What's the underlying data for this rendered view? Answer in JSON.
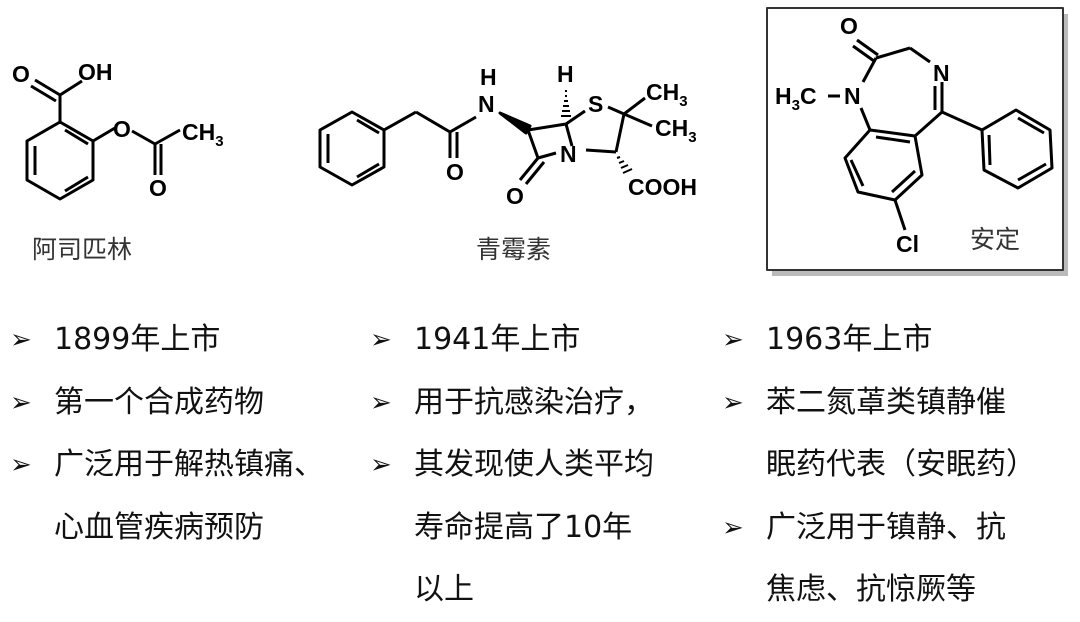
{
  "molecules": [
    {
      "name": "阿司匹林",
      "atoms": {
        "o1": "O",
        "oh": "OH",
        "o_ester": "O",
        "ch3": "CH",
        "ch3_sub": "3",
        "o_carbonyl": "O"
      }
    },
    {
      "name": "青霉素",
      "atoms": {
        "h": "H",
        "n_amide": "N",
        "o_amide": "O",
        "s": "S",
        "ch3a": "CH",
        "ch3b": "CH",
        "sub": "3",
        "n_ring": "N",
        "o_lactam": "O",
        "cooh": "COOH"
      }
    },
    {
      "name": "安定",
      "atoms": {
        "o": "O",
        "n_imine": "N",
        "h3c_h": "H",
        "h3c_sub": "3",
        "h3c_c": "C",
        "n_amide": "N",
        "cl": "Cl"
      }
    }
  ],
  "columns": [
    {
      "items": [
        "1899年上市",
        "第一个合成药物",
        "广泛用于解热镇痛、",
        "心血管疾病预防"
      ],
      "bullets": [
        true,
        true,
        true,
        false
      ]
    },
    {
      "items": [
        "1941年上市",
        "用于抗感染治疗，",
        "其发现使人类平均",
        "寿命提高了10年",
        "以上"
      ],
      "bullets": [
        true,
        true,
        true,
        false,
        false
      ]
    },
    {
      "items": [
        "1963年上市",
        "苯二氮䓬类镇静催",
        "眠药代表（安眠药）",
        "广泛用于镇静、抗",
        "焦虑、抗惊厥等"
      ],
      "bullets": [
        true,
        true,
        false,
        true,
        false
      ]
    }
  ],
  "bullet_glyph": "➢"
}
